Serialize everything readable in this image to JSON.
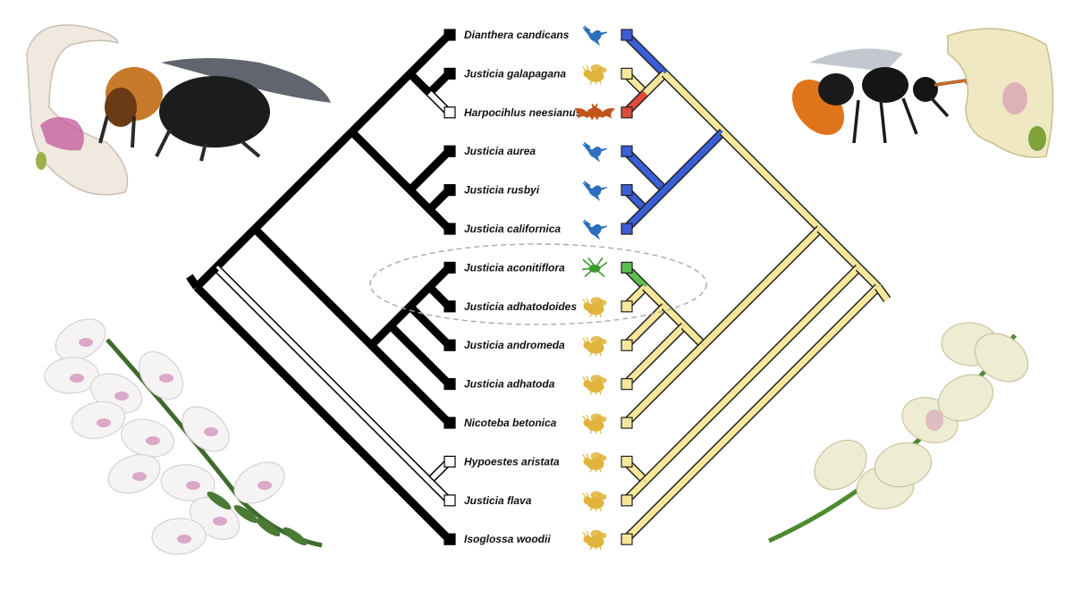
{
  "taxa": [
    {
      "name": "Dianthera candicans",
      "pollinator": "hummingbird",
      "left_box": "filled"
    },
    {
      "name": "Justicia galapagana",
      "pollinator": "bee",
      "left_box": "filled"
    },
    {
      "name": "Harpocihlus neesianus",
      "pollinator": "bat",
      "left_box": "open"
    },
    {
      "name": "Justicia aurea",
      "pollinator": "hummingbird",
      "left_box": "filled"
    },
    {
      "name": "Justicia rusbyi",
      "pollinator": "hummingbird",
      "left_box": "filled"
    },
    {
      "name": "Justicia californica",
      "pollinator": "hummingbird",
      "left_box": "filled"
    },
    {
      "name": "Justicia aconitiflora",
      "pollinator": "insect-green",
      "left_box": "filled"
    },
    {
      "name": "Justicia adhatodoides",
      "pollinator": "bee",
      "left_box": "filled"
    },
    {
      "name": "Justicia andromeda",
      "pollinator": "bee",
      "left_box": "filled"
    },
    {
      "name": "Justicia adhatoda",
      "pollinator": "bee",
      "left_box": "filled"
    },
    {
      "name": "Nicoteba betonica",
      "pollinator": "bee",
      "left_box": "filled"
    },
    {
      "name": "Hypoestes aristata",
      "pollinator": "bee",
      "left_box": "open"
    },
    {
      "name": "Justicia flava",
      "pollinator": "bee",
      "left_box": "open"
    },
    {
      "name": "Isoglossa woodii",
      "pollinator": "bee",
      "left_box": "filled"
    }
  ],
  "pollinator_colors": {
    "hummingbird": "#2c6fbe",
    "bee": "#e0b43c",
    "bat": "#c0541a",
    "insect-green": "#3a9b2c"
  },
  "state_colors": {
    "hummingbird": "#3a5fd8",
    "bee": "#f6e79a",
    "bat": "#e04a3c",
    "insect-green": "#5cc04e"
  },
  "tree_colors": {
    "branch": "#000000",
    "open_branch": "#ffffff"
  },
  "photos": [
    {
      "label": "flower-bee-top-left-photo"
    },
    {
      "label": "carpenter-bee-photo"
    },
    {
      "label": "wasp-photo"
    },
    {
      "label": "flower-top-right-photo"
    },
    {
      "label": "white-flower-spike-bottom-left-photo"
    },
    {
      "label": "white-flower-spike-bottom-right-photo"
    }
  ]
}
